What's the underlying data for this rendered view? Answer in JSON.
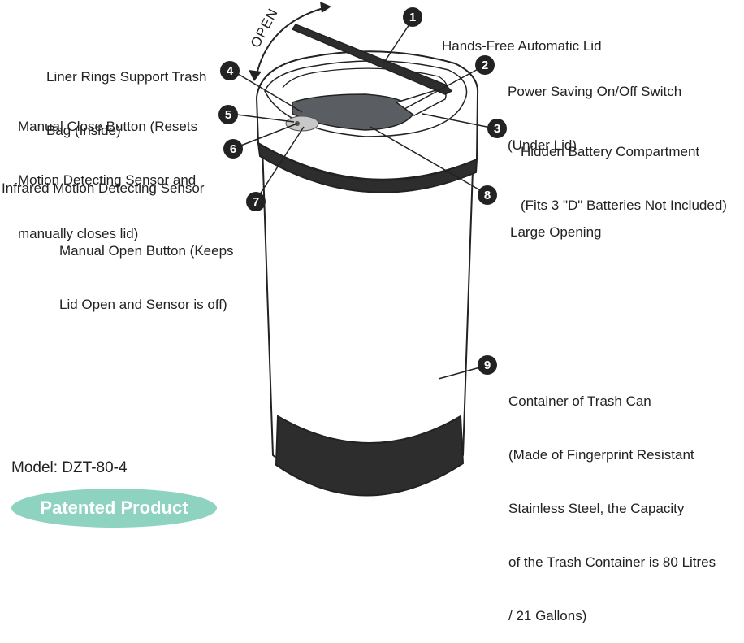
{
  "callouts": [
    {
      "number": "1",
      "lines": [
        "Hands-Free Automatic Lid"
      ]
    },
    {
      "number": "2",
      "lines": [
        "Power Saving On/Off Switch",
        "(Under Lid)"
      ]
    },
    {
      "number": "3",
      "lines": [
        "Hidden Battery Compartment",
        "(Fits 3 \"D\" Batteries Not Included)"
      ]
    },
    {
      "number": "4",
      "lines": [
        "Liner Rings Support Trash",
        "Bag (Inside)"
      ]
    },
    {
      "number": "5",
      "lines": [
        "Manual Close Button (Resets",
        "Motion Detecting Sensor and",
        "manually closes lid)"
      ]
    },
    {
      "number": "6",
      "lines": [
        "Infrared Motion Detecting Sensor"
      ]
    },
    {
      "number": "7",
      "lines": [
        "Manual Open Button (Keeps",
        "Lid Open and Sensor is off)"
      ]
    },
    {
      "number": "8",
      "lines": [
        "Large Opening"
      ]
    },
    {
      "number": "9",
      "lines": [
        "Container of Trash Can",
        "(Made of Fingerprint Resistant",
        "Stainless Steel, the Capacity",
        "of the Trash Container is 80 Litres",
        "/ 21 Gallons)"
      ]
    }
  ],
  "open_label": "OPEN",
  "model": "Model: DZT-80-4",
  "badge": {
    "label": "Patented Product",
    "color": "#8ed3bf"
  },
  "colors": {
    "line": "#222222",
    "band": "#2d2d2d",
    "opening": "#5a5e63",
    "badge_text": "#ffffff"
  }
}
